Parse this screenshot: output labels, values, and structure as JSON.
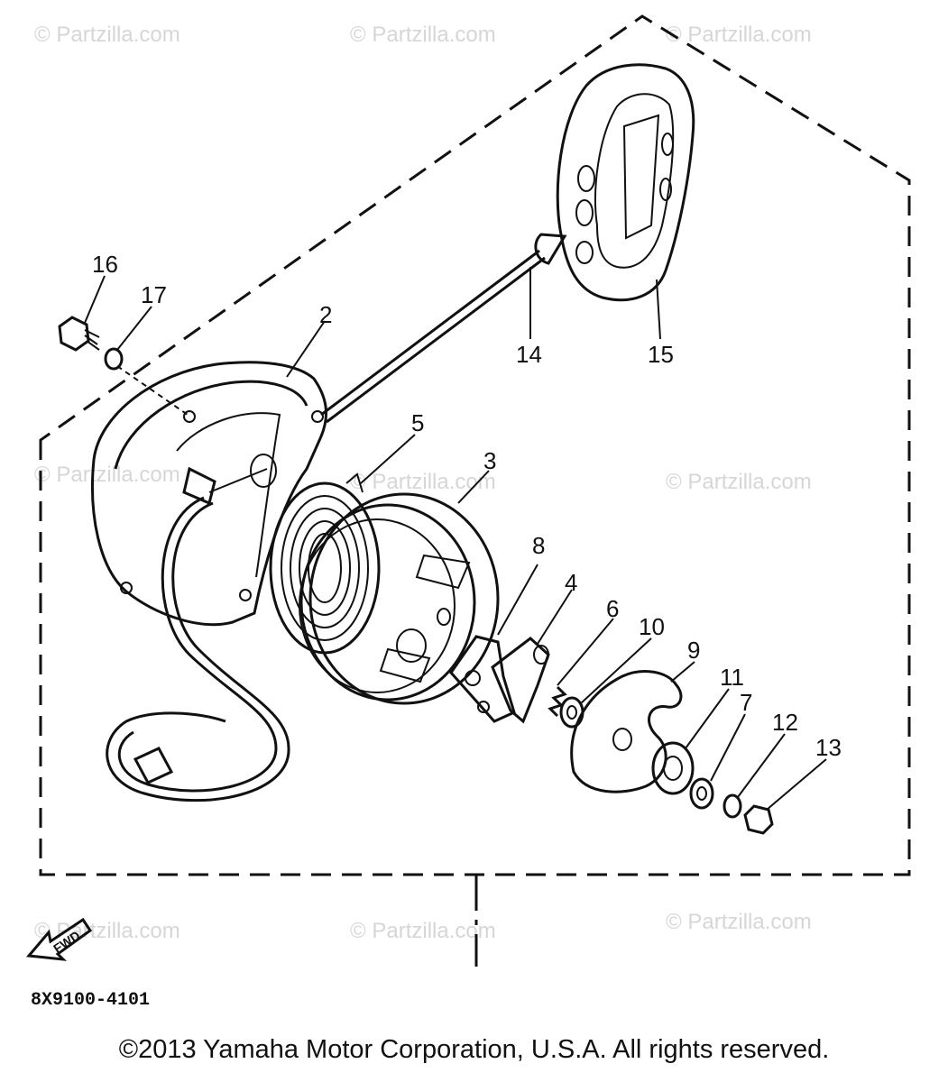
{
  "watermarks": [
    "© Partzilla.com",
    "© Partzilla.com",
    "© Partzilla.com",
    "© Partzilla.com",
    "© Partzilla.com",
    "© Partzilla.com",
    "© Partzilla.com",
    "© Partzilla.com",
    "© Partzilla.com"
  ],
  "callouts": [
    "2",
    "3",
    "4",
    "5",
    "6",
    "7",
    "8",
    "9",
    "10",
    "11",
    "12",
    "13",
    "14",
    "15",
    "16",
    "17"
  ],
  "forward_label": "FWD",
  "part_code": "8X9100-4101",
  "copyright": "©2013 Yamaha Motor Corporation, U.S.A. All rights reserved."
}
